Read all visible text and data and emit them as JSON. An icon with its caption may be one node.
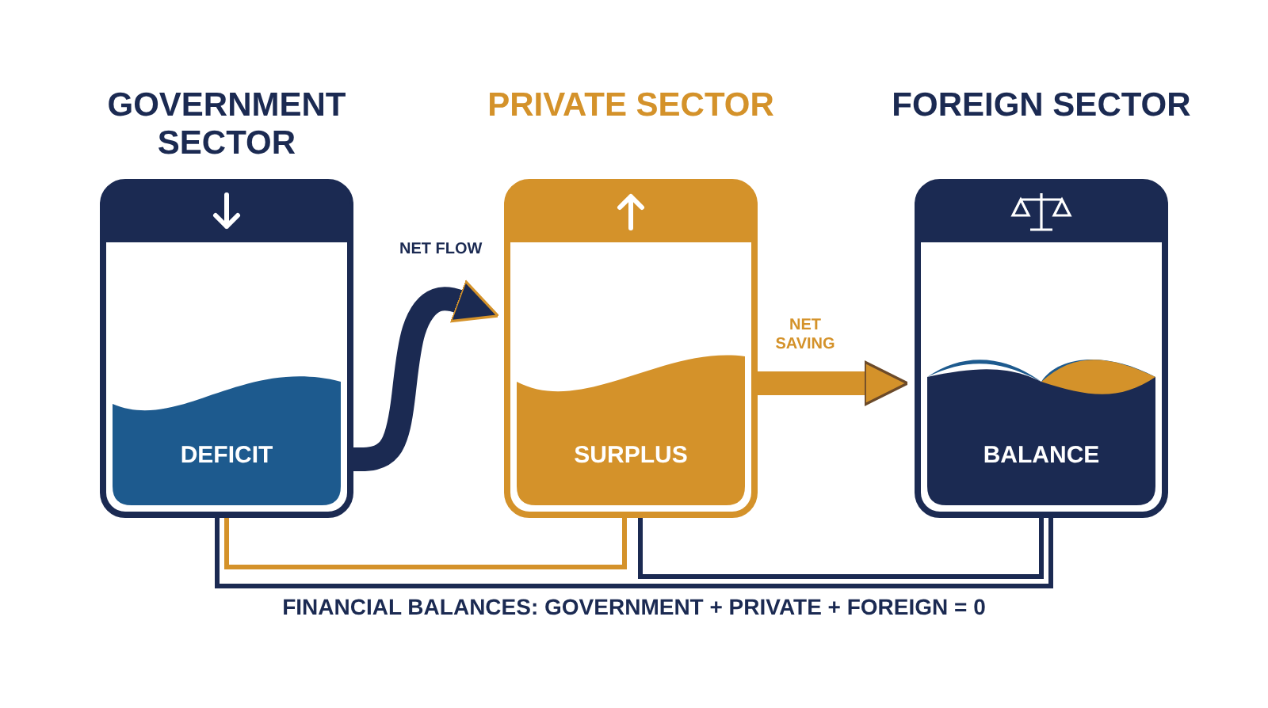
{
  "diagram": {
    "caption": "FINANCIAL BALANCES: GOVERNMENT + PRIVATE + FOREIGN = 0",
    "nodes": [
      {
        "text": [
          "GOVERNMENT SECTOR",
          "DEFICIT"
        ]
      },
      {
        "text": [
          "PRIVATE SECTOR",
          "SURPLUS"
        ]
      },
      {
        "text": [
          "FOREIGN SECTOR",
          "BALANCE"
        ]
      }
    ],
    "edges": [
      {
        "from": 0,
        "to": 1,
        "arrow": "to",
        "label": "NET FLOW",
        "style": "thick"
      },
      {
        "from": 1,
        "to": 2,
        "arrow": "to",
        "label": "NET SAVING",
        "style": "thick",
        "color": "#d4922a"
      },
      {
        "from": 0,
        "to": 1,
        "arrow": "none",
        "color": "#d4922a"
      },
      {
        "from": 1,
        "to": 2,
        "arrow": "none"
      },
      {
        "from": 0,
        "to": 2,
        "arrow": "none"
      }
    ]
  }
}
